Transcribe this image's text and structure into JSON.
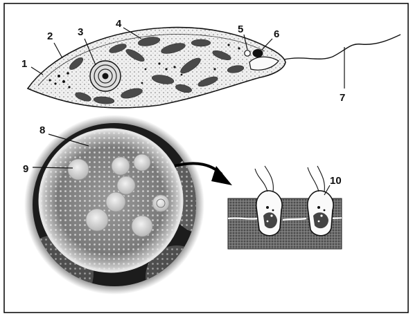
{
  "labels": {
    "l1": "1",
    "l2": "2",
    "l3": "3",
    "l4": "4",
    "l5": "5",
    "l6": "6",
    "l7": "7",
    "l8": "8",
    "l9": "9",
    "l10": "10"
  },
  "colors": {
    "frame": "#000000",
    "cell_fill": "#eeeeee",
    "chloroplast": "#555555",
    "eyespot": "#111111",
    "colony_dark": "#1a1a1a",
    "colony_light": "#d8d8d8",
    "tissue": "#7a7a7a"
  }
}
